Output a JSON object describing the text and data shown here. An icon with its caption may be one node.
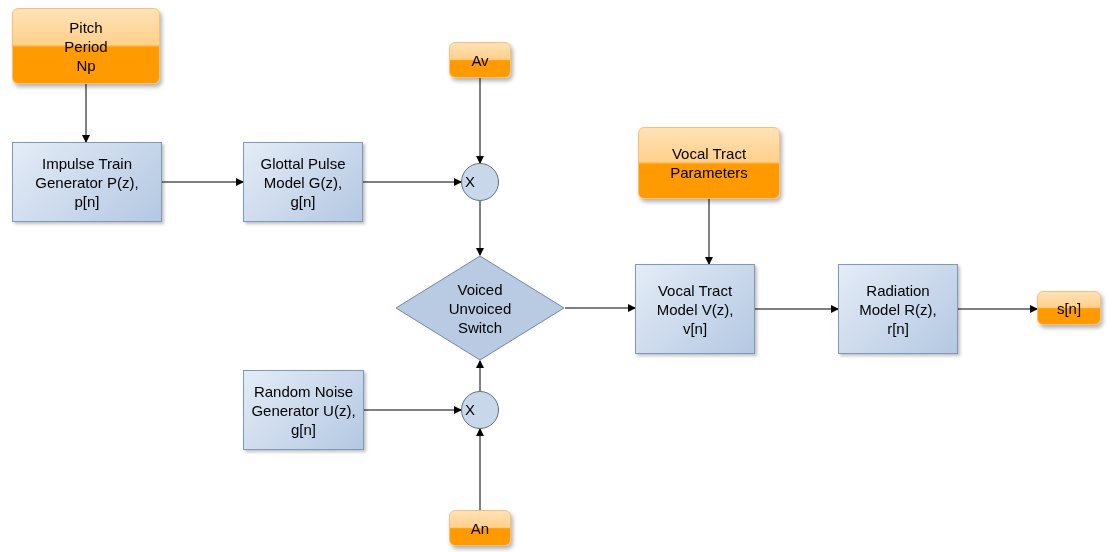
{
  "diagram": {
    "nodes": [
      {
        "text": [
          "Pitch Period Np"
        ]
      },
      {
        "text": [
          "Impulse Train Generator P(z), p[n]"
        ]
      },
      {
        "text": [
          "Glottal Pulse Model G(z), g[n]"
        ]
      },
      {
        "text": [
          "Av"
        ]
      },
      {
        "text": [
          "X"
        ]
      },
      {
        "text": [
          "Vocal Tract Parameters"
        ]
      },
      {
        "text": [
          "Voiced Unvoiced Switch"
        ]
      },
      {
        "text": [
          "Vocal Tract Model V(z), v[n]"
        ]
      },
      {
        "text": [
          "Radiation Model R(z), r[n]"
        ]
      },
      {
        "text": [
          "s[n]"
        ]
      },
      {
        "text": [
          "Random Noise Generator U(z), g[n]"
        ]
      },
      {
        "text": [
          "X"
        ]
      },
      {
        "text": [
          "An"
        ]
      }
    ],
    "edges": [
      {
        "from": 0,
        "to": 1,
        "arrow": "to"
      },
      {
        "from": 1,
        "to": 2,
        "arrow": "to"
      },
      {
        "from": 2,
        "to": 4,
        "arrow": "to"
      },
      {
        "from": 3,
        "to": 4,
        "arrow": "to"
      },
      {
        "from": 4,
        "to": 6,
        "arrow": "to"
      },
      {
        "from": 12,
        "to": 11,
        "arrow": "to"
      },
      {
        "from": 10,
        "to": 11,
        "arrow": "to"
      },
      {
        "from": 11,
        "to": 6,
        "arrow": "to"
      },
      {
        "from": 6,
        "to": 7,
        "arrow": "to"
      },
      {
        "from": 5,
        "to": 7,
        "arrow": "to"
      },
      {
        "from": 7,
        "to": 8,
        "arrow": "to"
      },
      {
        "from": 8,
        "to": 9,
        "arrow": "to"
      }
    ]
  }
}
